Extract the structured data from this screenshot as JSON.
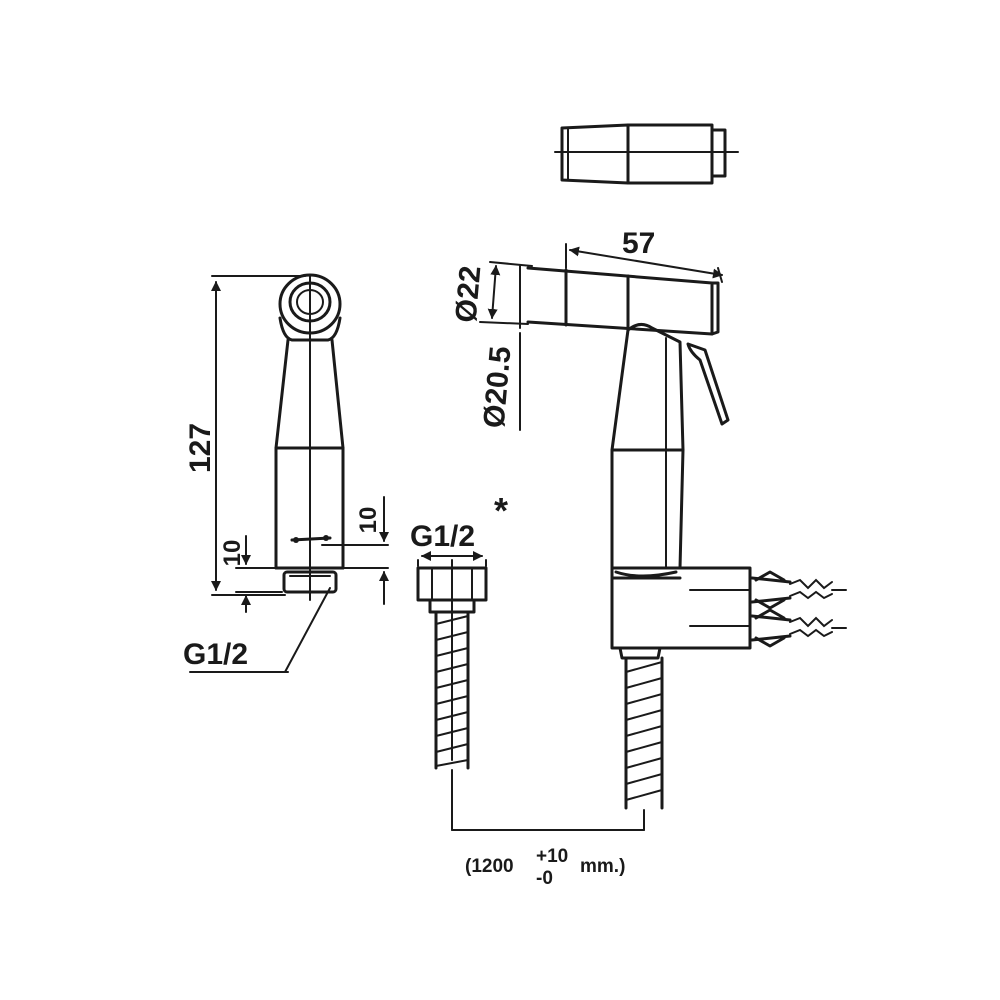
{
  "labels": {
    "height_total": "127",
    "dim_10_right": "10",
    "dim_10_left": "10",
    "thread_left": "G1/2",
    "thread_hose": "G1/2",
    "asterisk": "*",
    "length_57": "57",
    "dia_22": "Ø22",
    "dia_20_5": "Ø20.5",
    "hose_open": "(1200",
    "tol_plus": "+10",
    "tol_minus": "-0",
    "hose_unit": "mm.)"
  }
}
